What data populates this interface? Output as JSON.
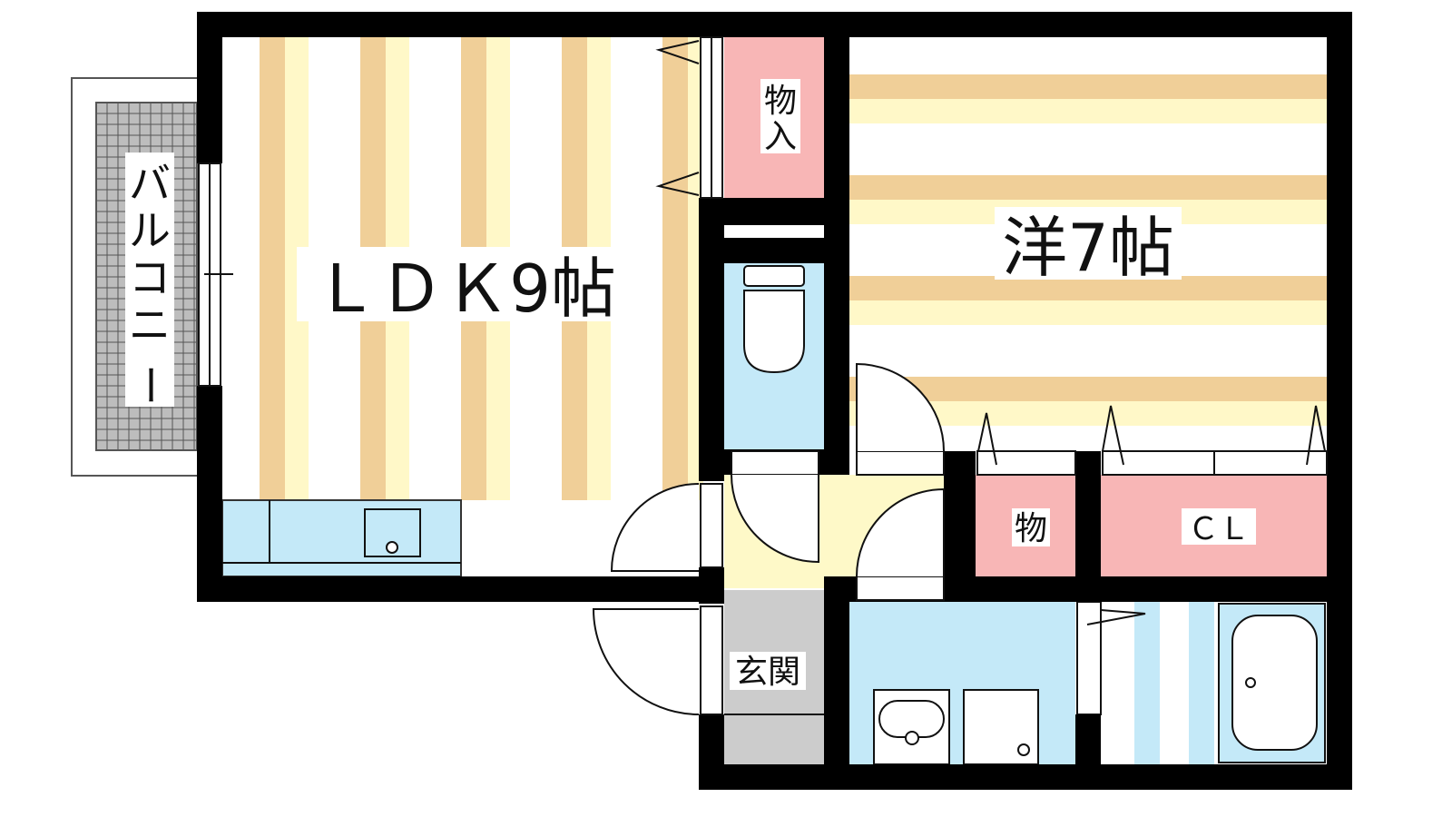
{
  "rooms": {
    "ldk": "ＬＤＫ9帖",
    "western": "洋7帖",
    "closet_top": [
      "物",
      "入"
    ],
    "closet_small": "物",
    "closet_cl": "ＣＬ",
    "entrance": "玄関",
    "balcony": [
      "バ",
      "ル",
      "コ",
      "ニ",
      "ー"
    ]
  },
  "colors": {
    "wall": "#000000",
    "closet": "#f8b6b6",
    "water": "#c4e9f8",
    "hall": "#fef9c8",
    "stripe_tan": "#f0cf98",
    "stripe_light": "#fff8c8",
    "entrance": "#cccccc"
  }
}
